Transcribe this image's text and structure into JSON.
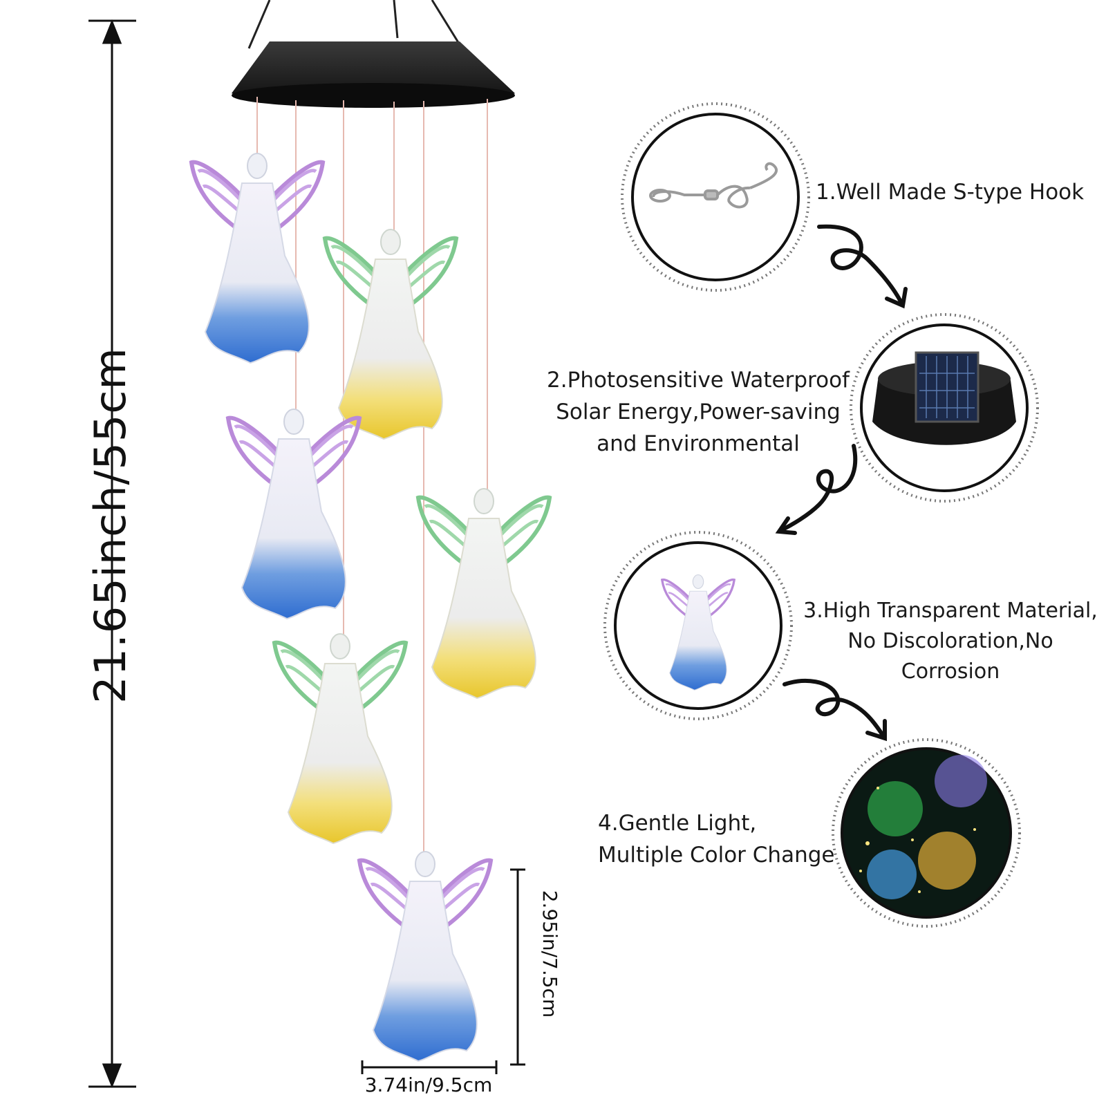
{
  "dimensions": {
    "height_label": "21.65inch/55cm",
    "angle_height_label": "2.95in/7.5cm",
    "angle_width_label": "3.74in/9.5cm"
  },
  "features": [
    {
      "lines": [
        "1.Well Made S-type Hook"
      ],
      "icon": "s-hook-icon"
    },
    {
      "lines": [
        "2.Photosensitive Waterproof",
        "Solar Energy,Power-saving",
        "and Environmental"
      ],
      "icon": "solar-panel-icon"
    },
    {
      "lines": [
        "3.High Transparent Material,",
        "No Discoloration,No Corrosion"
      ],
      "icon": "angle-figure-icon"
    },
    {
      "lines": [
        "4.Gentle Light,",
        "Multiple Color Change"
      ],
      "icon": "glowing-angels-icon"
    }
  ],
  "colors": {
    "purple": "#b98ad9",
    "green": "#7fc98f",
    "blue": "#3f7fd6",
    "yellow": "#f0d24a",
    "cap": "#1c1c1c"
  }
}
